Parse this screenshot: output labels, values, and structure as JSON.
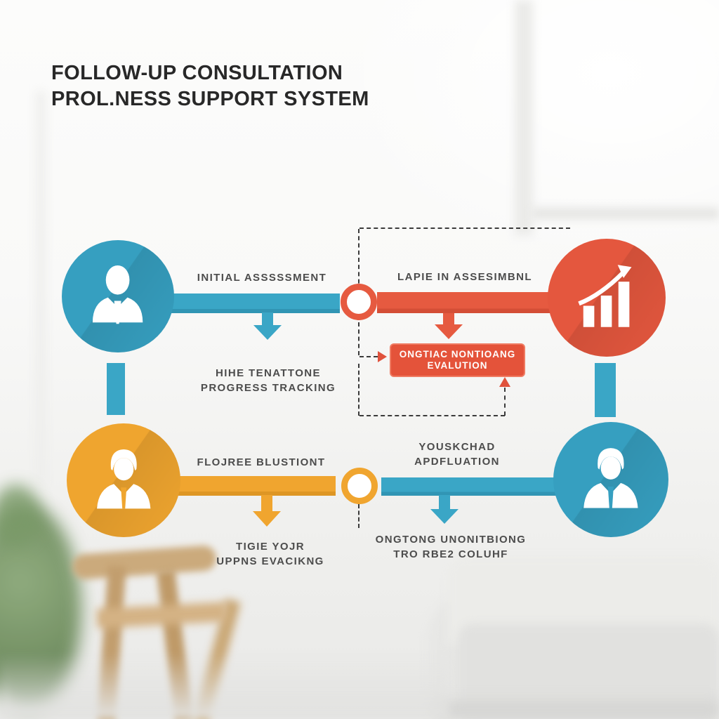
{
  "title": {
    "line1": "FOLLOW-UP CONSULTATION",
    "line2": "PROL.NESS SUPPORT SYSTEM"
  },
  "colors": {
    "blue": "#369fc0",
    "red": "#e4573e",
    "orange": "#efa52f",
    "dash": "#3b3b3b",
    "label_text": "#4c4c4c",
    "title_text": "#282828",
    "callout_bg": "#e4533a",
    "callout_text": "#ffffff"
  },
  "labels": {
    "initial_assessment": "INITIAL ASSSSSMENT",
    "lapie_assessment": "LAPIE IN ASSESIMBNL",
    "progress_line1": "HIHE TENATTONE",
    "progress_line2": "PROGRESS TRACKING",
    "flojree": "FLOJREE BLUSTIONT",
    "youskchad_line1": "YOUSKCHAD",
    "youskchad_line2": "APDFLUATION",
    "tigie_line1": "TIGIE YOJR",
    "tigie_line2": "UPPNS EVACIKNG",
    "ongtong_line1": "ONGTONG UNONITBIONG",
    "ongtong_line2": "TRO RBE2 COLUHF"
  },
  "callout": {
    "line1": "ONGTIAC NONTIOANG",
    "line2": "EVALUTION"
  },
  "nodes": {
    "top_left": {
      "icon": "user-icon",
      "color": "#369fc0"
    },
    "top_right": {
      "icon": "growth-chart-icon",
      "color": "#e4573e"
    },
    "bottom_left": {
      "icon": "user-hair-icon",
      "color": "#efa52f"
    },
    "bottom_right": {
      "icon": "user-hair-icon",
      "color": "#369fc0"
    }
  }
}
